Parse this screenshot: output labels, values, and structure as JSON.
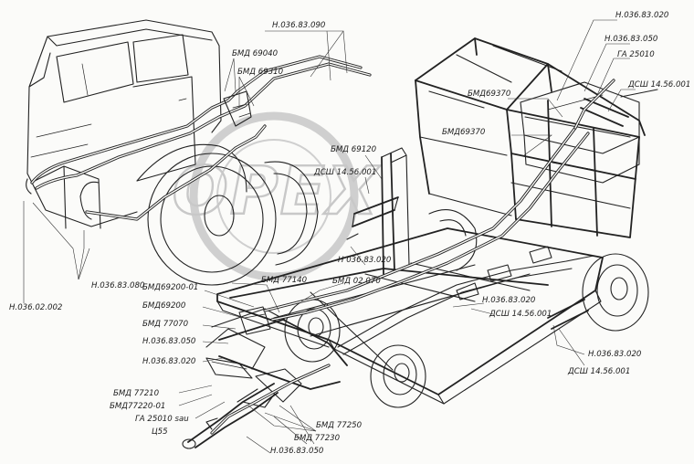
{
  "watermark": {
    "text": "OPEX"
  },
  "labels": {
    "n036_83_090": "Н.036.83.090",
    "bmd69040": "БМД 69040",
    "bmd69310": "БМД 69310",
    "n036_83_020_top": "Н.036.83.020",
    "n036_83_050_top": "Н.036.83.050",
    "ga25010_top": "ГА 25010",
    "dsh14_56_001_top": "ДСШ 14.56.001",
    "bmd69370_a": "БМД69370",
    "bmd69370_b": "БМД69370",
    "bmd69120": "БМД 69120",
    "dsh14_56_001_mid": "ДСШ 14.56.001",
    "n036_83_020_mid": "Н 036.83.020",
    "n036_83_080": "Н.036.83.080",
    "n036_02_002": "Н.036.02.002",
    "bmd69200_01": "БМД69200-01",
    "bmd77140": "БМД 77140",
    "bmd02_070": "БМД 02.070",
    "bmd69200": "БМД69200",
    "bmd77070": "БМД 77070",
    "n036_83_050_left": "Н.036.83.050",
    "n036_83_020_left": "Н.036.83.020",
    "n036_83_020_c": "Н.036.83.020",
    "dsh14_56_001_c": "ДСШ 14.56.001",
    "n036_83_020_r": "Н.036.83.020",
    "dsh14_56_001_r": "ДСШ 14.56.001",
    "bmd77210": "БМД 77210",
    "bmd77220_01": "БМД77220-01",
    "ga25010_sau": "ГА 25010 sau",
    "ts55": "Ц55",
    "bmd77250": "БМД 77250",
    "bmd77230": "БМД 77230",
    "n036_83_050_bot": "Н.036.83.050"
  }
}
